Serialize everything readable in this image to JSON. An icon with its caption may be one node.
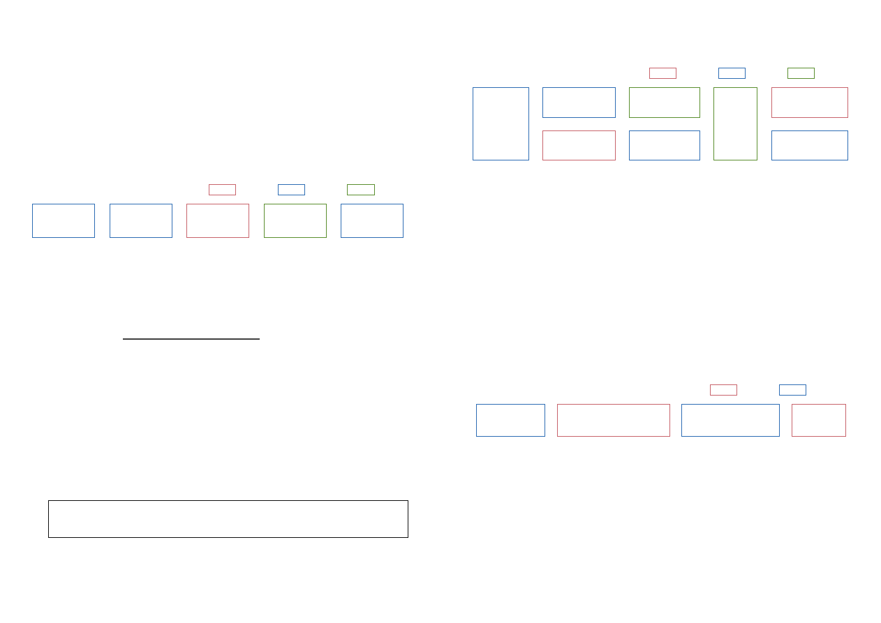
{
  "diagram": {
    "nodes": [
      {
        "text": [],
        "shape": "box"
      },
      {
        "text": [],
        "shape": "box"
      },
      {
        "text": [],
        "shape": "box"
      },
      {
        "text": [],
        "shape": "box"
      },
      {
        "text": [],
        "shape": "box"
      },
      {
        "text": [],
        "shape": "box"
      },
      {
        "text": [],
        "shape": "box"
      },
      {
        "text": [],
        "shape": "box"
      },
      {
        "text": [],
        "shape": "box"
      },
      {
        "text": [],
        "shape": "box"
      },
      {
        "text": [],
        "shape": "box"
      },
      {
        "text": [],
        "shape": "box"
      },
      {
        "text": [],
        "shape": "box"
      },
      {
        "text": [],
        "shape": "box"
      },
      {
        "text": [],
        "shape": "box"
      },
      {
        "text": [],
        "shape": "box"
      },
      {
        "text": [],
        "shape": "box"
      },
      {
        "text": [],
        "shape": "box"
      },
      {
        "text": [],
        "shape": "box"
      },
      {
        "text": [],
        "shape": "box"
      },
      {
        "text": [],
        "shape": "box"
      },
      {
        "text": [],
        "shape": "box"
      },
      {
        "text": [],
        "shape": "box"
      },
      {
        "text": [],
        "shape": "box"
      },
      {
        "text": [],
        "shape": "box"
      },
      {
        "text": [],
        "shape": "box"
      }
    ]
  }
}
